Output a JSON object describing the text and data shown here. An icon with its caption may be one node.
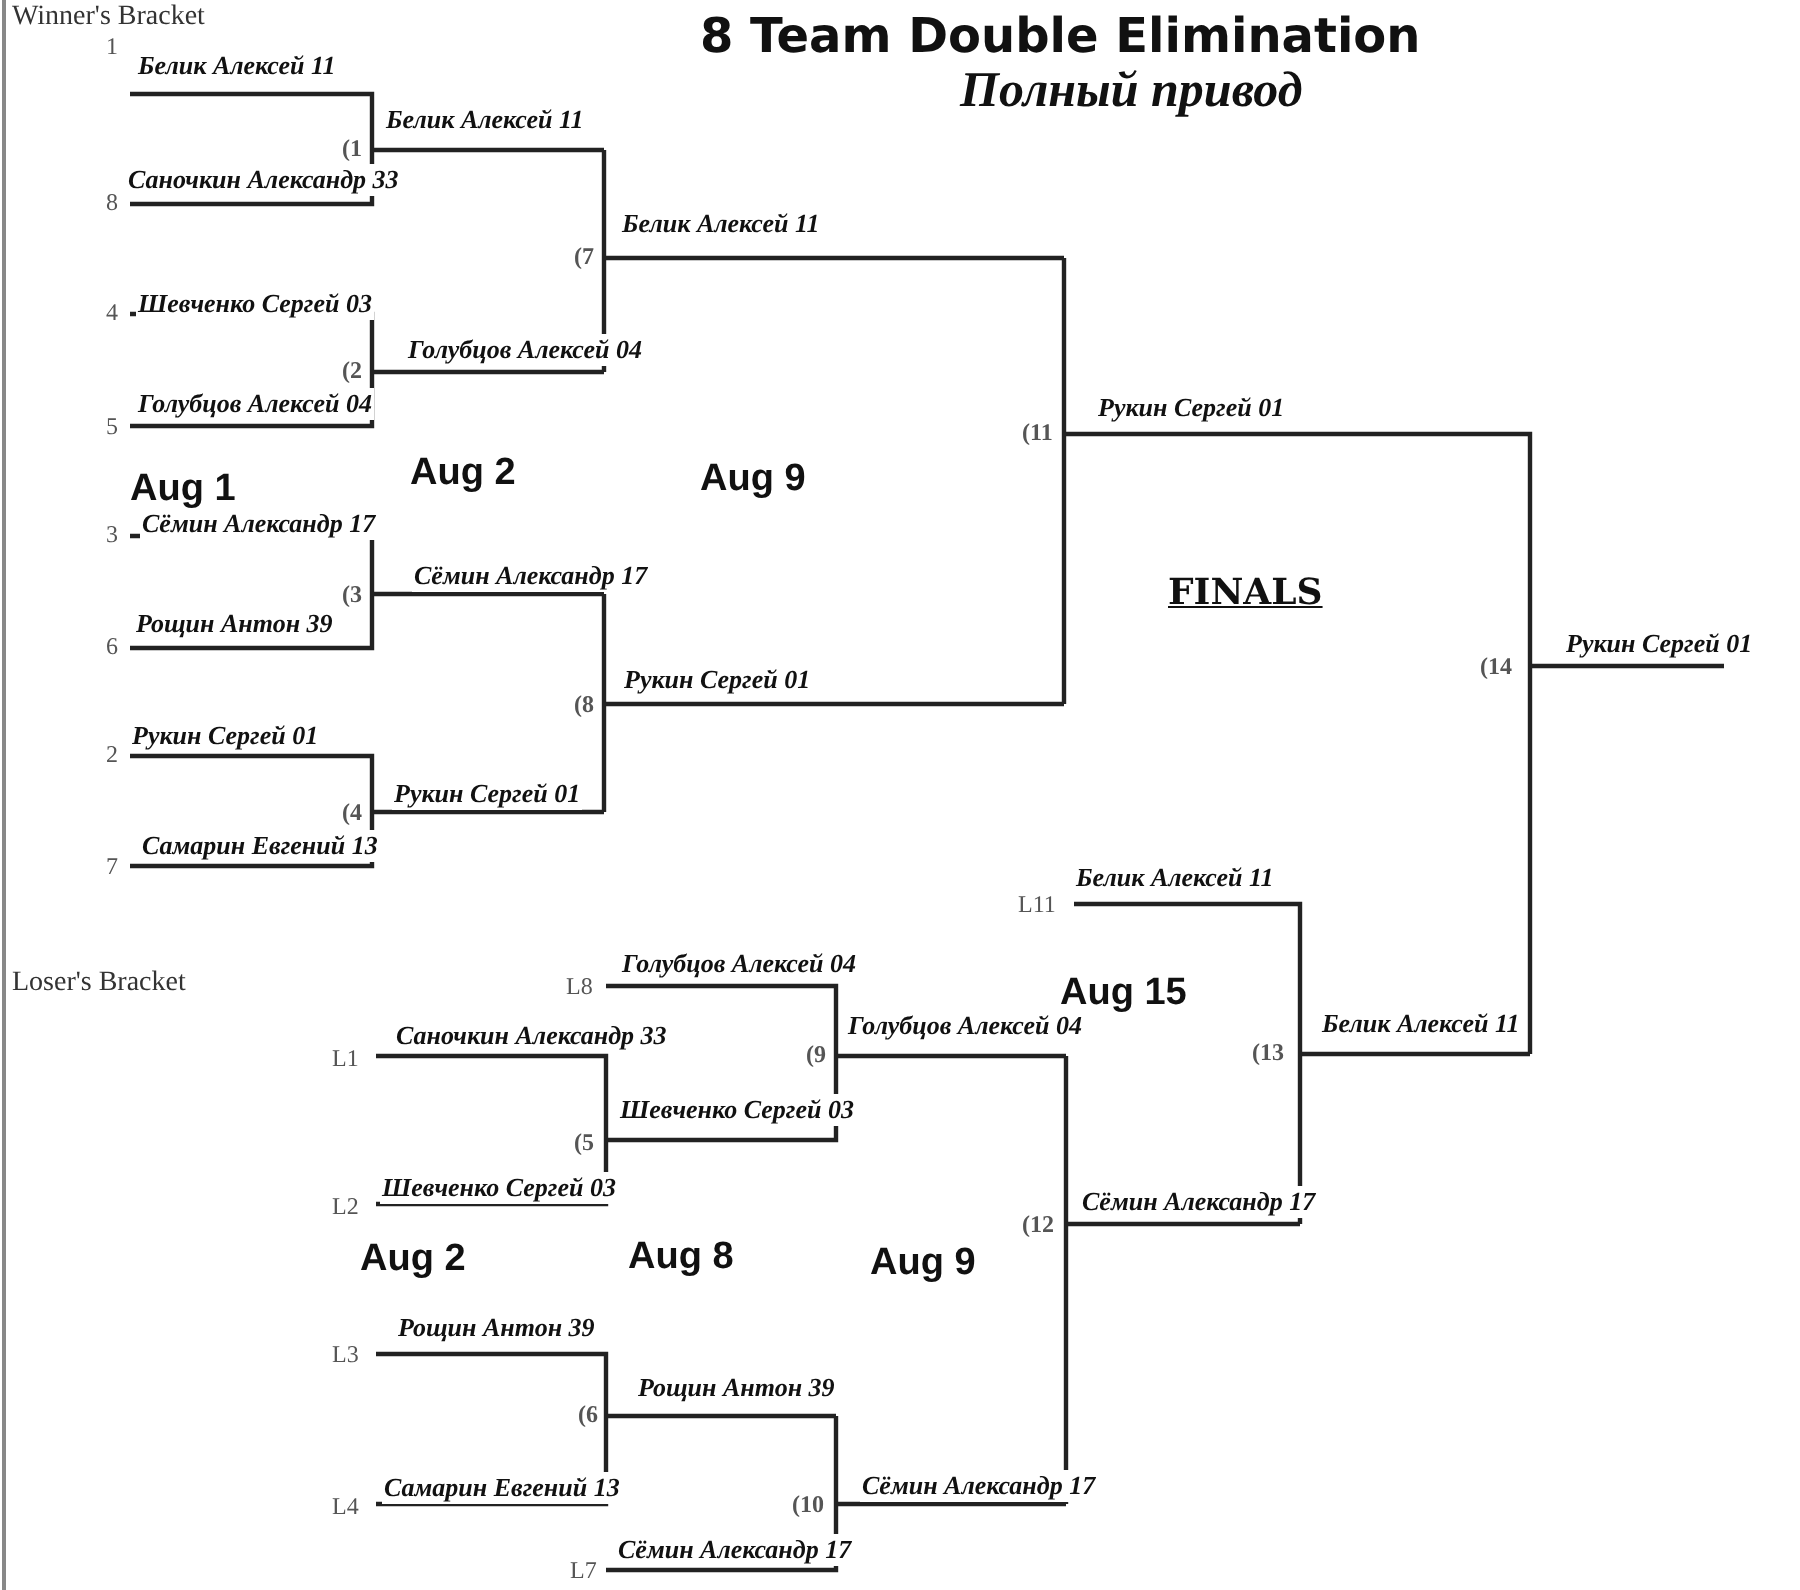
{
  "diagram": {
    "title": "8 Team Double Elimination",
    "labels": [
      "Winner's Bracket",
      "Полный привод",
      "1",
      "Белик Алексей 11",
      "Белик Алексей 11",
      "(1",
      "8",
      "Саночкин Александр 33",
      "Белик Алексей 11",
      "(7",
      "4",
      "Шевченко Сергей 03",
      "Голубцов Алексей 04",
      "(2",
      "5",
      "Голубцов Алексей 04",
      "Рукин Сергей 01",
      "(11",
      "Aug 1",
      "Aug 2",
      "Aug 9",
      "3",
      "Сёмин Александр 17",
      "Сёмин Александр 17",
      "(3",
      "6",
      "Рощин Антон 39",
      "FINALS",
      "Рукин Сергей 01",
      "(14",
      "Рукин Сергей 01",
      "(8",
      "2",
      "Рукин Сергей 01",
      "Рукин Сергей 01",
      "(4",
      "7",
      "Самарин Евгений 13",
      "L11",
      "Белик Алексей 11",
      "Loser's Bracket",
      "L8",
      "Голубцов Алексей 04",
      "Aug 15",
      "L1",
      "Саночкин Александр 33",
      "Голубцов Алексей 04",
      "(9",
      "Белик Алексей 11",
      "(13",
      "Шевченко Сергей 03",
      "(5",
      "L2",
      "Шевченко Сергей 03",
      "Сёмин Александр 17",
      "(12",
      "Aug 2",
      "Aug 8",
      "Aug 9",
      "L3",
      "Рощин Антон 39",
      "Рощин Антон 39",
      "(6",
      "L4",
      "Самарин Евгений 13",
      "(10",
      "Сёмин Александр 17",
      "L7",
      "Сёмин Александр 17"
    ]
  }
}
